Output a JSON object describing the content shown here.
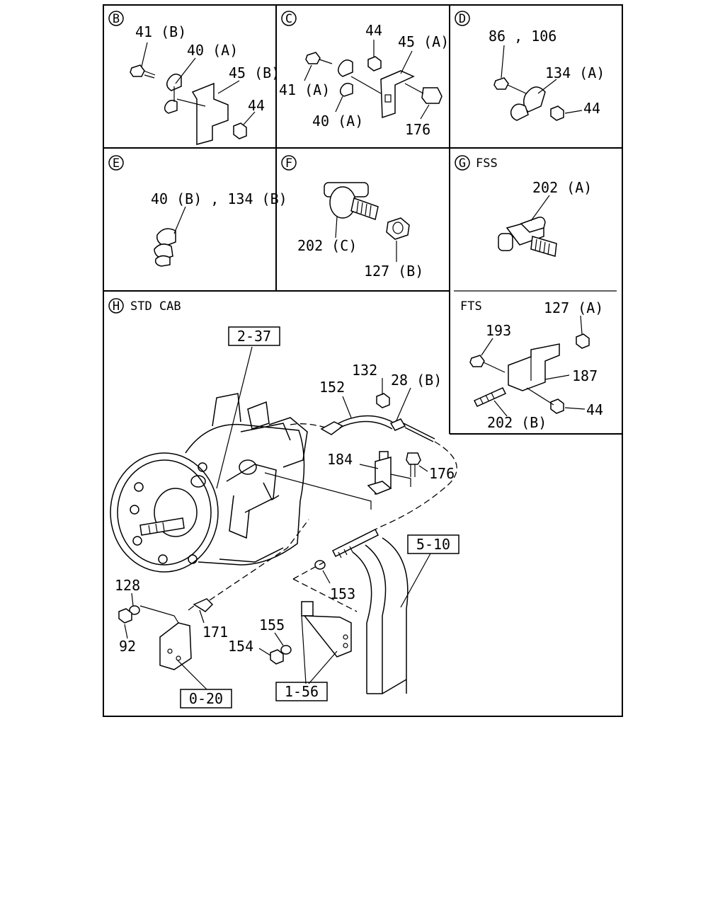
{
  "panels": {
    "b": {
      "letter": "B",
      "labels": [
        "41 (B)",
        "40 (A)",
        "45 (B)",
        "44"
      ]
    },
    "c": {
      "letter": "C",
      "labels": [
        "44",
        "45 (A)",
        "41 (A)",
        "40 (A)",
        "176"
      ]
    },
    "d": {
      "letter": "D",
      "labels": [
        "86 , 106",
        "134 (A)",
        "44"
      ]
    },
    "e": {
      "letter": "E",
      "labels": [
        "40 (B) , 134 (B)"
      ]
    },
    "f": {
      "letter": "F",
      "labels": [
        "202 (C)",
        "127 (B)"
      ]
    },
    "g": {
      "letter": "G",
      "title": "FSS",
      "labels": [
        "202 (A)"
      ]
    },
    "fts": {
      "title": "FTS",
      "labels": [
        "127 (A)",
        "193",
        "187",
        "202 (B)",
        "44"
      ]
    },
    "h": {
      "letter": "H",
      "title": "STD CAB",
      "labels": [
        "152",
        "132",
        "28 (B)",
        "184",
        "176",
        "128",
        "92",
        "171",
        "153",
        "155",
        "154"
      ],
      "refs": [
        "2-37",
        "5-10",
        "0-20",
        "1-56"
      ]
    }
  }
}
